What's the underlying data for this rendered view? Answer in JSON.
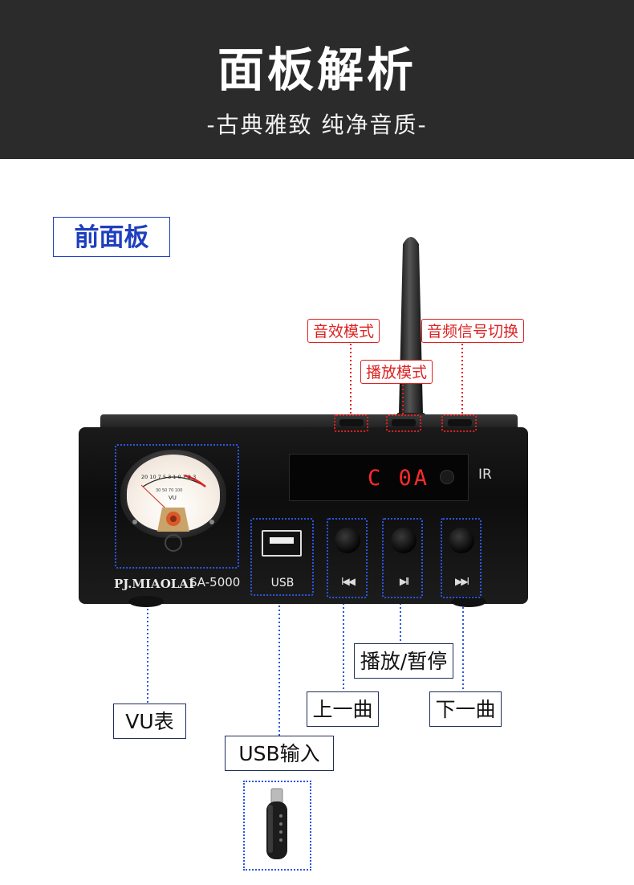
{
  "header": {
    "title": "面板解析",
    "subtitle": "-古典雅致 纯净音质-"
  },
  "section": {
    "label": "前面板"
  },
  "top_callouts": {
    "sound_mode": "音效模式",
    "play_mode": "播放模式",
    "source_switch": "音频信号切换"
  },
  "device": {
    "display": "C 0A",
    "ir": "IR",
    "brand": "PJ.MIAOLAI",
    "model": "SA-5000",
    "usb_port": "USB",
    "prev_glyph": "I◀◀",
    "play_glyph": "▶II",
    "next_glyph": "▶▶I",
    "vu": {
      "scale": "20 10 7 5 3 1 0 1 2 3",
      "pct": "30 50 70 100",
      "vu": "VU"
    }
  },
  "callouts": {
    "vu_meter": "VU表",
    "usb_input": "USB输入",
    "previous": "上一曲",
    "play_pause": "播放/暂停",
    "next": "下一曲"
  },
  "colors": {
    "red": "#dd2222",
    "blue": "#2b56e3",
    "header": "#2b2b2b"
  }
}
